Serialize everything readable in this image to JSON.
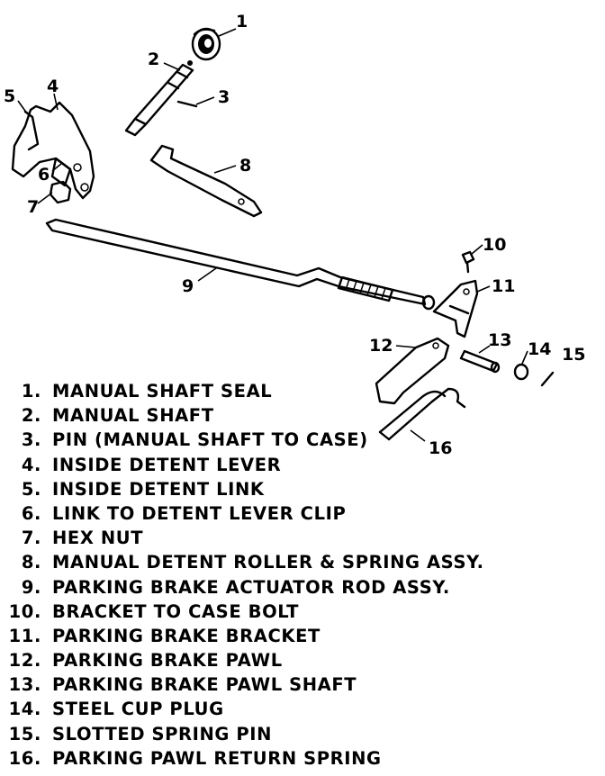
{
  "callouts": [
    "1",
    "2",
    "3",
    "4",
    "5",
    "6",
    "7",
    "8",
    "9",
    "10",
    "11",
    "12",
    "13",
    "14",
    "15",
    "16"
  ],
  "legend": [
    {
      "num": "1.",
      "text": "MANUAL SHAFT SEAL"
    },
    {
      "num": "2.",
      "text": "MANUAL SHAFT"
    },
    {
      "num": "3.",
      "text": "PIN (MANUAL SHAFT TO CASE)"
    },
    {
      "num": "4.",
      "text": "INSIDE DETENT LEVER"
    },
    {
      "num": "5.",
      "text": "INSIDE DETENT LINK"
    },
    {
      "num": "6.",
      "text": "LINK TO DETENT LEVER CLIP"
    },
    {
      "num": "7.",
      "text": "HEX NUT"
    },
    {
      "num": "8.",
      "text": "MANUAL DETENT ROLLER & SPRING ASSY."
    },
    {
      "num": "9.",
      "text": "PARKING BRAKE ACTUATOR ROD ASSY."
    },
    {
      "num": "10.",
      "text": "BRACKET TO CASE BOLT"
    },
    {
      "num": "11.",
      "text": "PARKING BRAKE BRACKET"
    },
    {
      "num": "12.",
      "text": "PARKING BRAKE PAWL"
    },
    {
      "num": "13.",
      "text": "PARKING BRAKE PAWL SHAFT"
    },
    {
      "num": "14.",
      "text": "STEEL CUP PLUG"
    },
    {
      "num": "15.",
      "text": "SLOTTED SPRING PIN"
    },
    {
      "num": "16.",
      "text": "PARKING PAWL RETURN SPRING"
    }
  ]
}
